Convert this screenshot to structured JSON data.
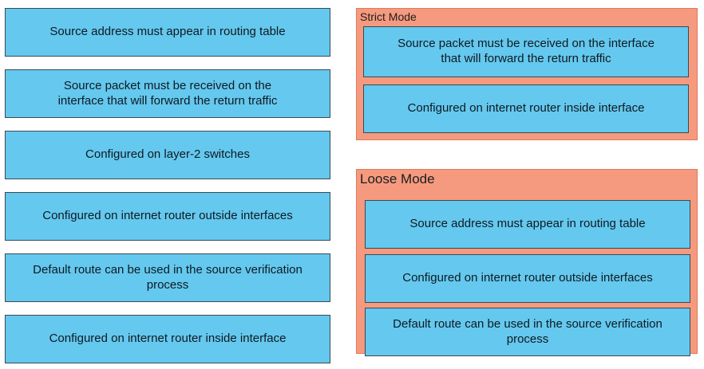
{
  "source_items": [
    {
      "label": "Source address must appear in routing table"
    },
    {
      "label": "Source packet must be received on the interface that will forward the return traffic"
    },
    {
      "label": "Configured on layer-2 switches"
    },
    {
      "label": "Configured on internet router outside interfaces"
    },
    {
      "label": "Default route can be used in the source verification process"
    },
    {
      "label": "Configured on internet router inside interface"
    }
  ],
  "strict_mode": {
    "title": "Strict Mode",
    "items": [
      {
        "label": "Source packet must be received on the interface that will forward the return traffic"
      },
      {
        "label": "Configured on internet router inside interface"
      }
    ]
  },
  "loose_mode": {
    "title": "Loose Mode",
    "items": [
      {
        "label": "Source address must appear in routing table"
      },
      {
        "label": "Configured on internet router outside interfaces"
      },
      {
        "label": "Default route can be used in the source verification process"
      }
    ]
  },
  "colors": {
    "item_fill": "#65c8ee",
    "item_border": "#3a4a55",
    "zone_fill": "#f59a7f",
    "zone_border": "#e07a5c"
  }
}
